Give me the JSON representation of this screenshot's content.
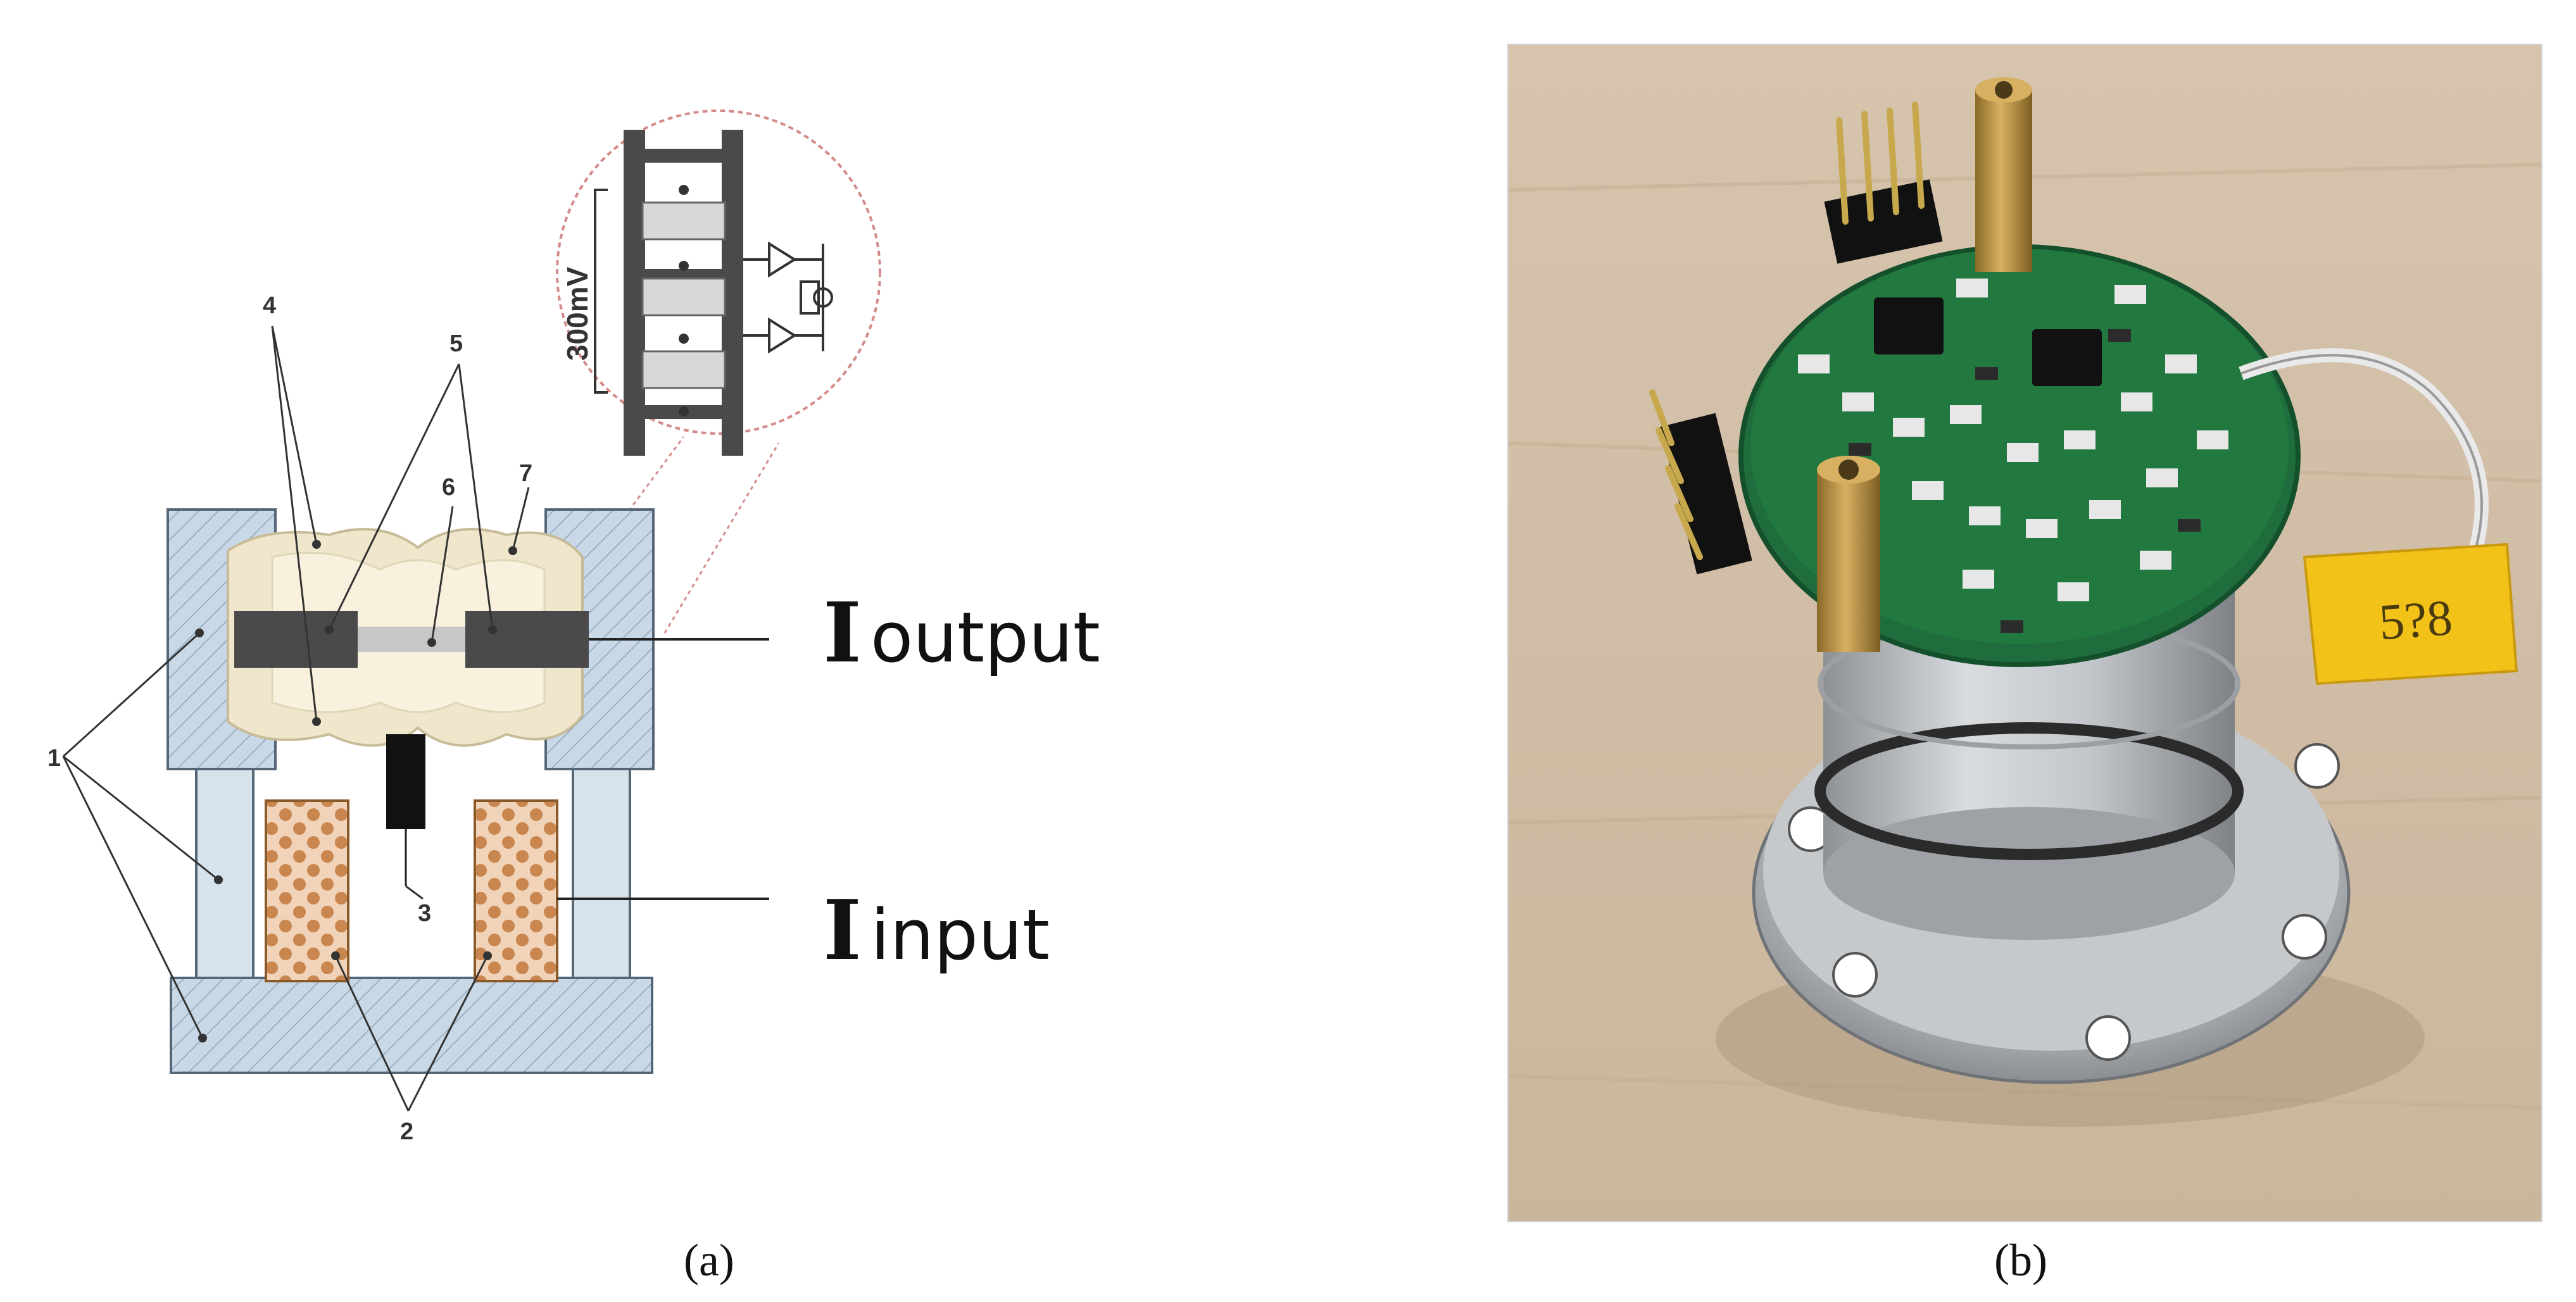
{
  "diagram": {
    "part_labels": [
      "1",
      "2",
      "3",
      "4",
      "5",
      "6",
      "7"
    ],
    "output_label": {
      "main": "I",
      "sub": "output"
    },
    "input_label": {
      "main": "I",
      "sub": "input"
    },
    "inset_voltage": "300mV"
  },
  "captions": {
    "left": "(a)",
    "right": "(b)"
  },
  "photo": {
    "tag_text": "5?8"
  },
  "colors": {
    "frame_blue": "#c9d8e6",
    "hatch_line": "#8fa4b8",
    "gel_beige": "#efe6cc",
    "electrode_dark": "#4a4a4a",
    "coil_copper": "#c9864f",
    "coil_bg": "#f0d3b8",
    "pcb_green": "#1f6d3c",
    "metal_silver": "#b8bcbf",
    "brass": "#b99345",
    "table_wood": "#d9c8b1",
    "tape_yellow": "#f2c218"
  }
}
